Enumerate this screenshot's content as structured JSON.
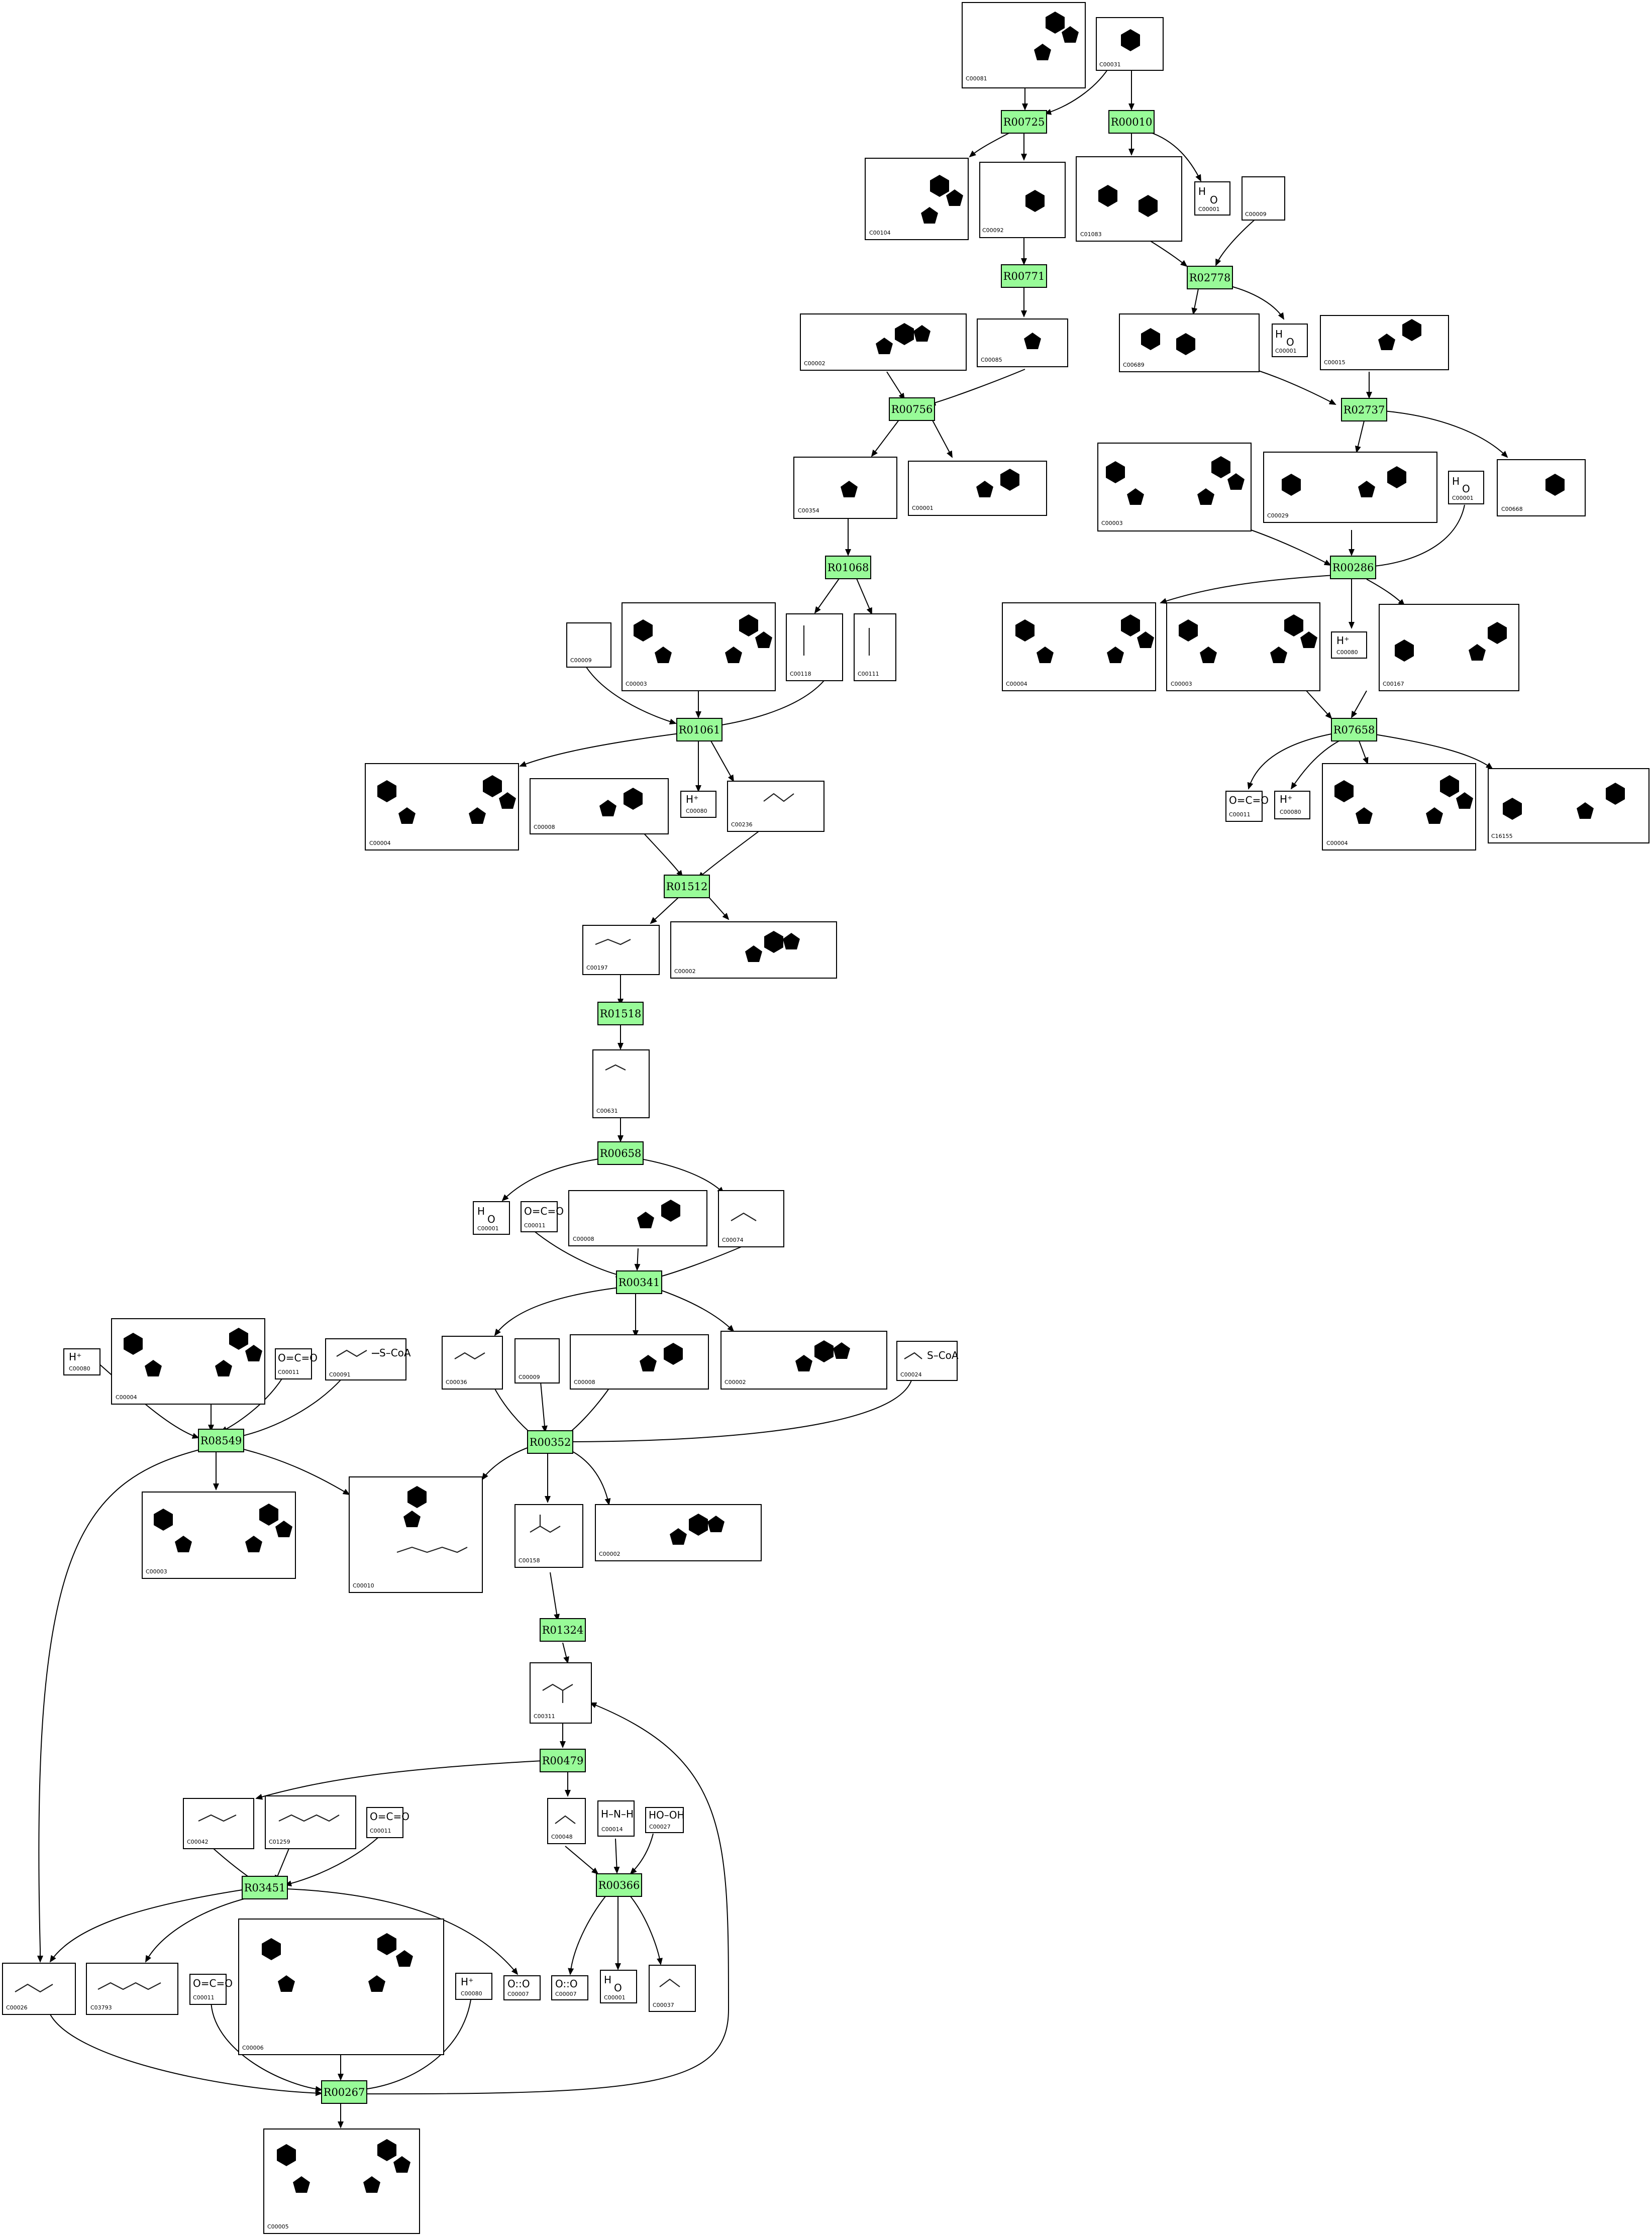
{
  "reactions": [
    "R00725",
    "R00010",
    "R00771",
    "R02778",
    "R00756",
    "R02737",
    "R01068",
    "R00286",
    "R01061",
    "R07658",
    "R01512",
    "R01518",
    "R00658",
    "R00341",
    "R08549",
    "R00352",
    "R01324",
    "R00479",
    "R03451",
    "R00366",
    "R00267"
  ],
  "compounds": {
    "c_top1": "C00081",
    "c_top2": "C00031",
    "c_c00104": "C00104",
    "c_c00092": "C00092",
    "c_c01083": "C01083",
    "c_h2o_a": "C00001",
    "c_pi_a": "C00009",
    "c_c00002_a": "C00002",
    "c_c00085": "C00085",
    "c_c00689": "C00689",
    "c_h2o_b": "C00001",
    "c_c00015": "C00015",
    "c_c00354": "C00354",
    "c_c00001_b": "C00001",
    "c_c00003_a": "C00003",
    "c_c00029": "C00029",
    "c_h2o_c": "C00001",
    "c_c00668": "C00668",
    "c_pi_b": "C00009",
    "c_c00003_b": "C00003",
    "c_c00118": "C00118",
    "c_c00111": "C00111",
    "c_c00004_a": "C00004",
    "c_c00003_c": "C00003",
    "c_h_a": "C00080",
    "c_c00167": "C00167",
    "c_c00004_b": "C00004",
    "c_c00008_a": "C00008",
    "c_h_b": "C00080",
    "c_c00236": "C00236",
    "c_co2_a": "C00011",
    "c_h_c": "C00080",
    "c_c00004_c": "C00004",
    "c_c16155": "C16155",
    "c_c00197": "C00197",
    "c_c00002_b": "C00002",
    "c_c00631": "C00631",
    "c_h2o_d": "C00001",
    "c_co2_b": "C00011",
    "c_c00008_b": "C00008",
    "c_c00074": "C00074",
    "c_h_d": "C00080",
    "c_c00004_d": "C00004",
    "c_co2_c": "C00011",
    "c_c00091": "C00091",
    "c_c00036": "C00036",
    "c_pi_c": "C00009",
    "c_c00008_c": "C00008",
    "c_c00002_c": "C00002",
    "c_c00024": "C00024",
    "c_c00003_d": "C00003",
    "c_c00010": "C00010",
    "c_c00158": "C00158",
    "c_c00002_d": "C00002",
    "c_c00311": "C00311",
    "c_c00042": "C00042",
    "c_c01259": "C01259",
    "c_co2_d": "C00011",
    "c_c00048": "C00048",
    "c_c00014": "C00014",
    "c_c00027": "C00027",
    "c_c00026": "C00026",
    "c_c03793": "C03793",
    "c_co2_e": "C00011",
    "c_c00006": "C00006",
    "c_h_e": "C00080",
    "c_c00007_a": "C00007",
    "c_c00007_b": "C00007",
    "c_h2o_e": "C00001",
    "c_c00037": "C00037",
    "c_c00005": "C00005"
  },
  "formulas": {
    "h_plus": "H⁺",
    "o2": "O::O",
    "h2o_h": "H",
    "h2o_o": "O",
    "h2o2": "HO–OH",
    "nh3": "H–N–H",
    "co2": "O=C=O",
    "acoa": "S–CoA"
  }
}
